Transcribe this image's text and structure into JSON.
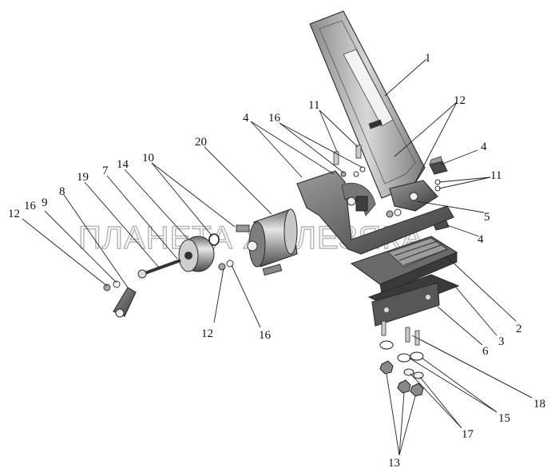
{
  "watermark": "ПЛАНЕТА ЖЕЛЕЗЯКА",
  "labels": {
    "l1": "1",
    "l2": "2",
    "l3": "3",
    "l4a": "4",
    "l4b": "4",
    "l4c": "4",
    "l5": "5",
    "l6": "6",
    "l7": "7",
    "l8": "8",
    "l9": "9",
    "l10": "10",
    "l11a": "11",
    "l11b": "11",
    "l12a": "12",
    "l12b": "12",
    "l12c": "12",
    "l13": "13",
    "l14": "14",
    "l15": "15",
    "l16a": "16",
    "l16b": "16",
    "l16c": "16",
    "l17": "17",
    "l18": "18",
    "l19": "19",
    "l20": "20"
  }
}
